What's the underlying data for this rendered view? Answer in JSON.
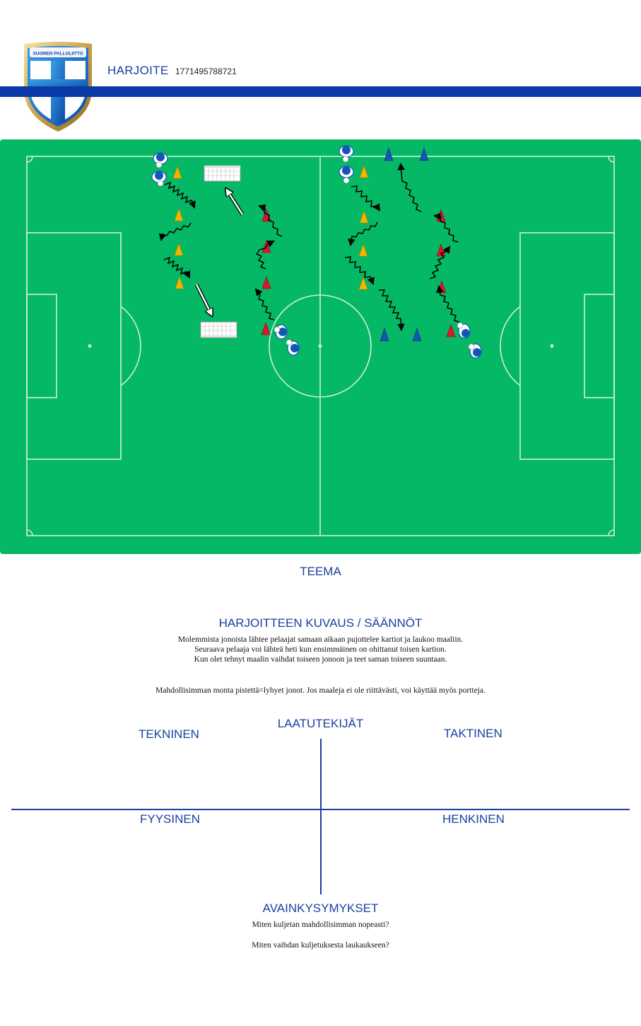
{
  "header": {
    "logo_text": "SUOMEN PALLOLIITTO",
    "title": "HARJOITE",
    "code": "1771495788721"
  },
  "colors": {
    "brand_blue": "#0a3aa8",
    "pitch_green": "#04b865",
    "cone_yellow": "#f4b400",
    "cone_red": "#e0142b",
    "cone_blue": "#1456b8"
  },
  "sections": {
    "teema": "TEEMA",
    "description_title": "HARJOITTEEN KUVAUS / SÄÄNNÖT",
    "description_lines": [
      "Molemmista jonoista lähtee pelaajat  samaan aikaan pujottelee kartiot ja laukoo maaliin.",
      "Seuraava pelaaja voi lähteä heti kun ensimmäinen on ohittanut toisen kartion.",
      "Kun olet tehnyt maalin vaihdat toiseen jonoon ja teet saman toiseen suuntaan."
    ],
    "note": "Mahdollisimman monta pistettä=lyhyet jonot. Jos maaleja ei ole riittävästi, voi käyttää myös portteja.",
    "quality_title": "LAATUTEKIJÄT",
    "quadrants": {
      "tekninen": "TEKNINEN",
      "taktinen": "TAKTINEN",
      "fyysinen": "FYYSINEN",
      "henkinen": "HENKINEN"
    },
    "key_questions_title": "AVAINKYSYMYKSET",
    "key_questions": [
      "Miten kuljetan mahdollisimman nopeasti?",
      "Miten vaihdan kuljetuksesta laukaukseen?"
    ]
  }
}
